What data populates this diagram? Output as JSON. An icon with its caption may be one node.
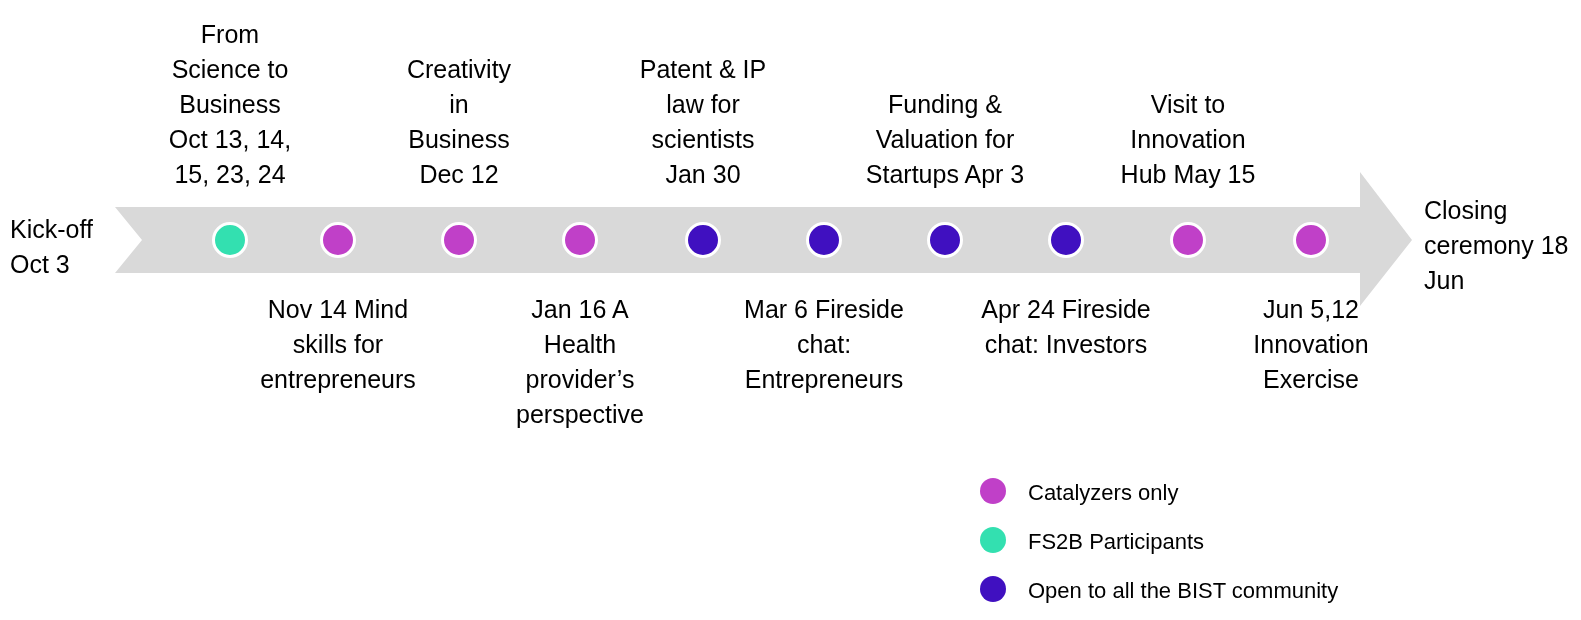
{
  "diagram": {
    "nodes": [
      {
        "text": [],
        "shape": "circle",
        "beside": [
          "From Science to Business Oct 13, 14, 15, 23, 24"
        ]
      },
      {
        "text": [],
        "shape": "circle",
        "beside": [
          "Nov 14 Mind skills for entrepreneurs"
        ]
      },
      {
        "text": [],
        "shape": "circle",
        "beside": [
          "Creativity in Business Dec 12"
        ]
      },
      {
        "text": [],
        "shape": "circle",
        "beside": [
          "Jan 16 A Health provider’s perspective"
        ]
      },
      {
        "text": [],
        "shape": "circle",
        "beside": [
          "Patent & IP law for scientists Jan 30"
        ]
      },
      {
        "text": [],
        "shape": "circle",
        "beside": [
          "Mar 6 Fireside chat: Entrepreneurs"
        ]
      },
      {
        "text": [],
        "shape": "circle",
        "beside": [
          "Funding & Valuation for Startups Apr 3"
        ]
      },
      {
        "text": [],
        "shape": "circle",
        "beside": [
          "Apr 24 Fireside chat: Investors"
        ]
      },
      {
        "text": [],
        "shape": "circle",
        "beside": [
          "Visit to Innovation Hub May 15"
        ]
      },
      {
        "text": [],
        "shape": "circle",
        "beside": [
          "Jun 5,12 Innovation Exercise"
        ]
      }
    ],
    "edges": [],
    "labels": [
      "Kick-off Oct 3",
      "Closing ceremony 18 Jun"
    ],
    "legend": [
      {
        "text": "Catalyzers only",
        "color": "#c040c8"
      },
      {
        "text": "FS2B Participants",
        "color": "#33e0b0"
      },
      {
        "text": "Open to all the BIST community",
        "color": "#4010c0"
      }
    ]
  }
}
